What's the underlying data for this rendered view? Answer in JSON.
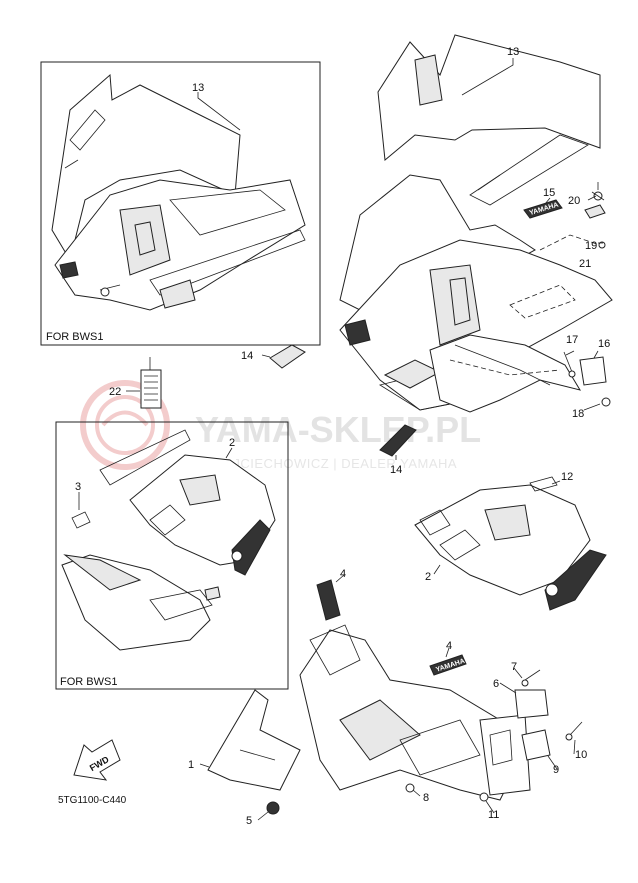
{
  "watermark": {
    "brand": "YAMA-SKLEP.PL",
    "tagline": "WOJCIECHOWICZ | DEALER YAMAHA"
  },
  "inset_boxes": [
    {
      "id": "top",
      "label": "FOR BWS1"
    },
    {
      "id": "mid",
      "label": "FOR BWS1"
    }
  ],
  "callouts": [
    {
      "id": "c13a",
      "text": "13"
    },
    {
      "id": "c13b",
      "text": "13"
    },
    {
      "id": "c15",
      "text": "15"
    },
    {
      "id": "c20",
      "text": "20"
    },
    {
      "id": "c19",
      "text": "19"
    },
    {
      "id": "c21",
      "text": "21"
    },
    {
      "id": "c14a",
      "text": "14"
    },
    {
      "id": "c14b",
      "text": "14"
    },
    {
      "id": "c17",
      "text": "17"
    },
    {
      "id": "c16",
      "text": "16"
    },
    {
      "id": "c18",
      "text": "18"
    },
    {
      "id": "c22",
      "text": "22"
    },
    {
      "id": "c2a",
      "text": "2"
    },
    {
      "id": "c2b",
      "text": "2"
    },
    {
      "id": "c3",
      "text": "3"
    },
    {
      "id": "c12",
      "text": "12"
    },
    {
      "id": "c4a",
      "text": "4"
    },
    {
      "id": "c4b",
      "text": "4"
    },
    {
      "id": "c7",
      "text": "7"
    },
    {
      "id": "c6",
      "text": "6"
    },
    {
      "id": "c10",
      "text": "10"
    },
    {
      "id": "c9",
      "text": "9"
    },
    {
      "id": "c1",
      "text": "1"
    },
    {
      "id": "c8",
      "text": "8"
    },
    {
      "id": "c11",
      "text": "11"
    },
    {
      "id": "c5",
      "text": "5"
    }
  ],
  "decal_text": "YAMAHA",
  "fwd_text": "FWD",
  "diagram_code": "5TG1100-C440"
}
